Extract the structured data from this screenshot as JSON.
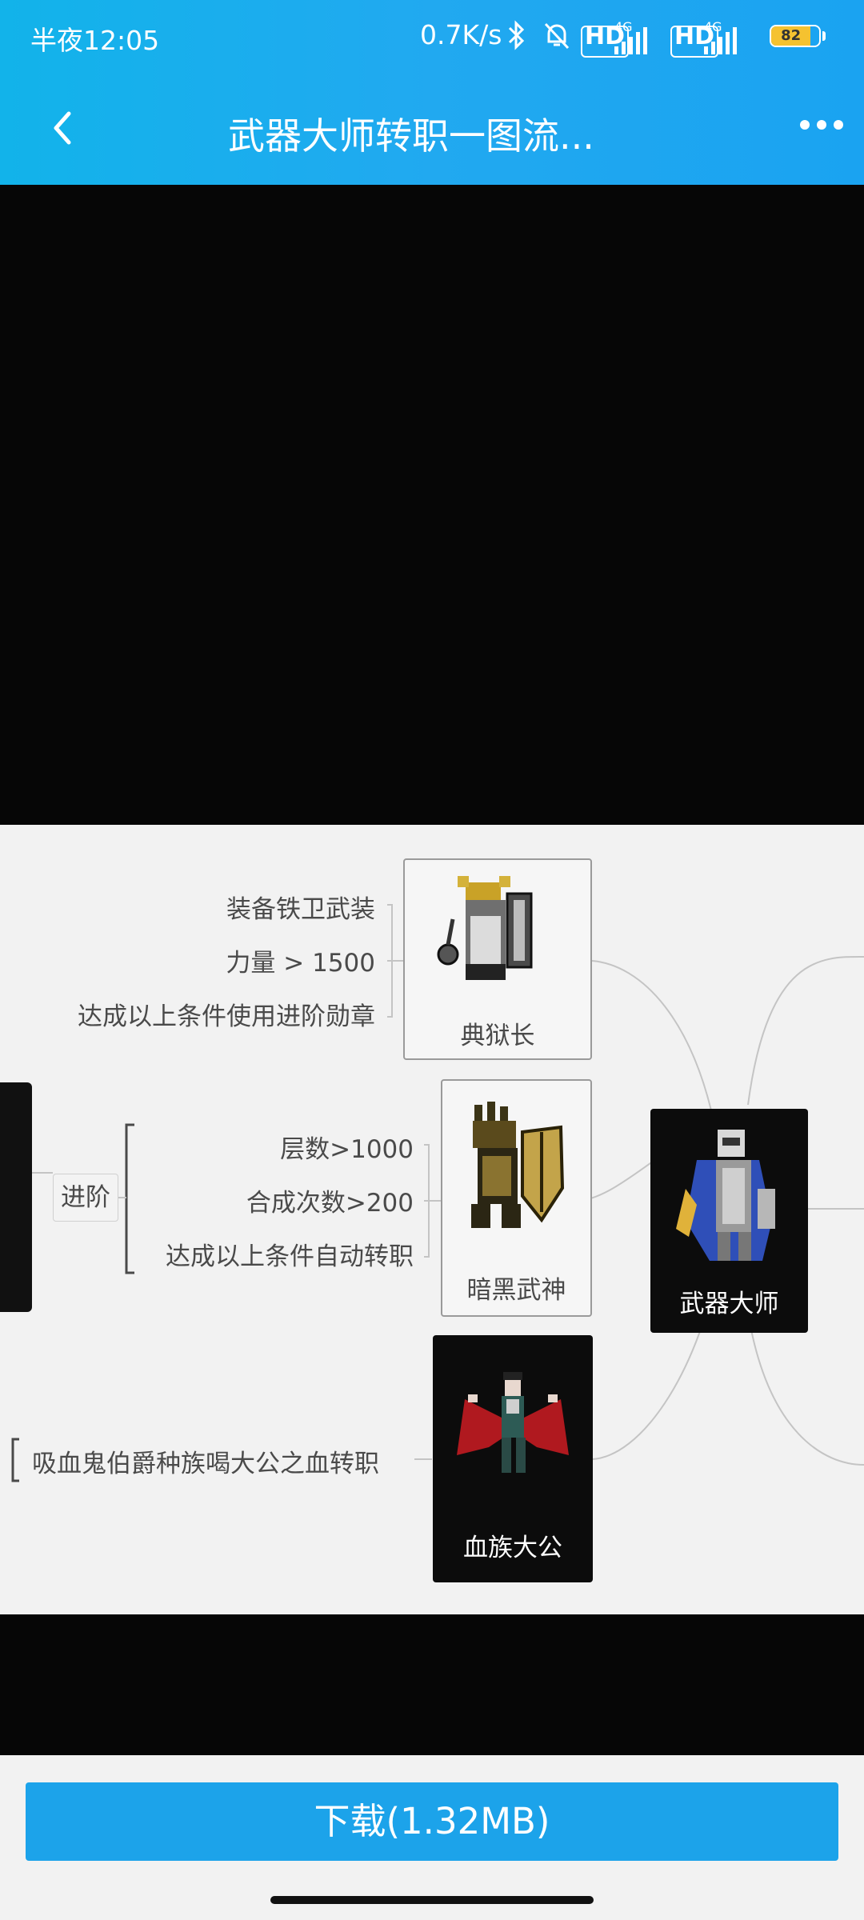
{
  "status": {
    "time": "半夜12:05",
    "speed": "0.7K/s",
    "hd": "HD",
    "net": "4G",
    "battery": "82"
  },
  "nav": {
    "title": "武器大师转职一图流..."
  },
  "mindmap": {
    "root": "武器大师",
    "branches": [
      {
        "name": "典狱长",
        "conditions": [
          "装备铁卫武装",
          "力量 > 1500",
          "达成以上条件使用进阶勋章"
        ]
      },
      {
        "name": "暗黑武神",
        "conditions": [
          "层数>1000",
          "合成次数>200",
          "达成以上条件自动转职"
        ]
      },
      {
        "name": "血族大公",
        "conditions": [
          "吸血鬼伯爵种族喝大公之血转职"
        ]
      }
    ],
    "advance_tag": "进阶"
  },
  "download": {
    "label": "下载(1.32MB)"
  },
  "colors": {
    "header": "#1aa8ee",
    "button": "#1ca3ea"
  }
}
